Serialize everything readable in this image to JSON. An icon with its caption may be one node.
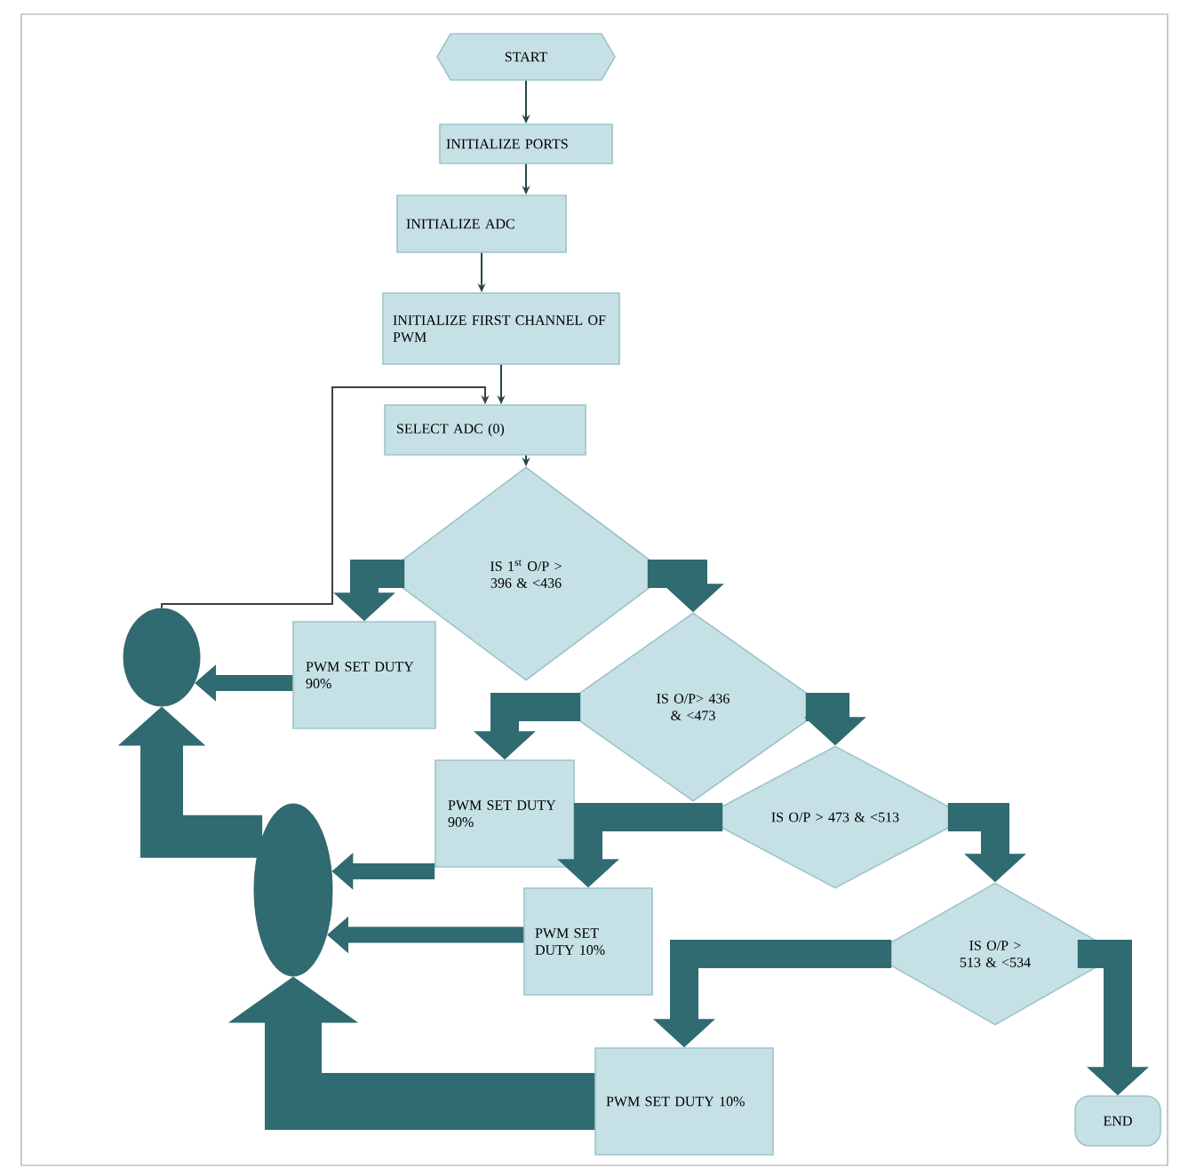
{
  "diagram": {
    "nodes": [
      {
        "text": [
          "START"
        ]
      },
      {
        "text": [
          "INITIALIZE PORTS"
        ]
      },
      {
        "text": [
          "INITIALIZE ADC"
        ]
      },
      {
        "text": [
          "INITIALIZE FIRST CHANNEL OF PWM"
        ]
      },
      {
        "text": [
          "SELECT ADC (0)"
        ]
      },
      {
        "text": [
          "IS 1$^{st}$ O/P > 396 & <436"
        ]
      },
      {
        "text": [
          "PWM SET DUTY 90%"
        ]
      },
      {
        "text": [
          "IS O/P> 436 & <473"
        ]
      },
      {
        "text": [
          "PWM SET DUTY 90%"
        ]
      },
      {
        "text": [
          "IS O/P > 473 & <513"
        ]
      },
      {
        "text": [
          "PWM SET DUTY 10%"
        ]
      },
      {
        "text": [
          "IS O/P > 513 & <534"
        ]
      },
      {
        "text": [
          "PWM SET DUTY 10%"
        ]
      },
      {
        "text": [
          "END"
        ]
      },
      {
        "text": [],
        "shape": "ellipse"
      },
      {
        "text": [],
        "shape": "ellipse"
      }
    ],
    "edges": [
      {
        "from": 0,
        "to": 1,
        "arrow": "to"
      },
      {
        "from": 1,
        "to": 2,
        "arrow": "to"
      },
      {
        "from": 2,
        "to": 3,
        "arrow": "to"
      },
      {
        "from": 3,
        "to": 4,
        "arrow": "to"
      },
      {
        "from": 4,
        "to": 5,
        "arrow": "to"
      },
      {
        "from": 5,
        "to": 6,
        "arrow": "to"
      },
      {
        "from": 5,
        "to": 7,
        "arrow": "to"
      },
      {
        "from": 6,
        "to": 14,
        "arrow": "to"
      },
      {
        "from": 7,
        "to": 8,
        "arrow": "to"
      },
      {
        "from": 7,
        "to": 9,
        "arrow": "to"
      },
      {
        "from": 8,
        "to": 15,
        "arrow": "to"
      },
      {
        "from": 9,
        "to": 10,
        "arrow": "to"
      },
      {
        "from": 9,
        "to": 11,
        "arrow": "to"
      },
      {
        "from": 10,
        "to": 15,
        "arrow": "to"
      },
      {
        "from": 11,
        "to": 12,
        "arrow": "to"
      },
      {
        "from": 11,
        "to": 13,
        "arrow": "to"
      },
      {
        "from": 12,
        "to": 15,
        "arrow": "to",
        "style": "thick"
      },
      {
        "from": 15,
        "to": 14,
        "arrow": "to"
      },
      {
        "from": 14,
        "to": 4,
        "arrow": "to"
      }
    ]
  }
}
